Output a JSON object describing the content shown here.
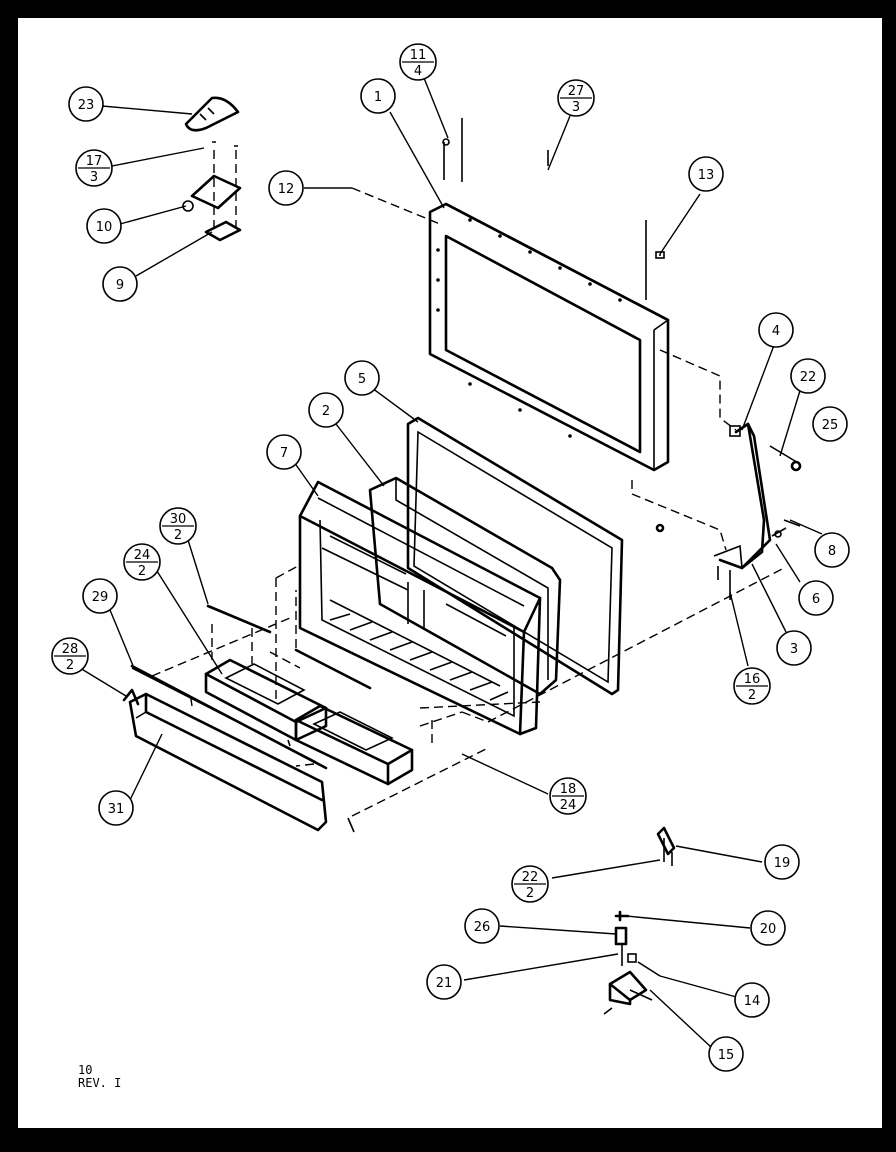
{
  "callouts": [
    {
      "id": "c1",
      "label": "1"
    },
    {
      "id": "c2",
      "label": "2"
    },
    {
      "id": "c3",
      "label": "3"
    },
    {
      "id": "c4",
      "label": "4"
    },
    {
      "id": "c5",
      "label": "5"
    },
    {
      "id": "c6",
      "label": "6"
    },
    {
      "id": "c7",
      "label": "7"
    },
    {
      "id": "c8",
      "label": "8"
    },
    {
      "id": "c9",
      "label": "9"
    },
    {
      "id": "c10",
      "label": "10"
    },
    {
      "id": "c12",
      "label": "12"
    },
    {
      "id": "c13",
      "label": "13"
    },
    {
      "id": "c14",
      "label": "14"
    },
    {
      "id": "c15",
      "label": "15"
    },
    {
      "id": "c19",
      "label": "19"
    },
    {
      "id": "c20",
      "label": "20"
    },
    {
      "id": "c21",
      "label": "21"
    },
    {
      "id": "c22",
      "label": "22"
    },
    {
      "id": "c23",
      "label": "23"
    },
    {
      "id": "c25",
      "label": "25"
    },
    {
      "id": "c26",
      "label": "26"
    },
    {
      "id": "c29",
      "label": "29"
    },
    {
      "id": "c31",
      "label": "31"
    }
  ],
  "fractions": [
    {
      "id": "f11_4",
      "top": "11",
      "bottom": "4"
    },
    {
      "id": "f27_3",
      "top": "27",
      "bottom": "3"
    },
    {
      "id": "f17_3",
      "top": "17",
      "bottom": "3"
    },
    {
      "id": "f30_2",
      "top": "30",
      "bottom": "2"
    },
    {
      "id": "f24_2",
      "top": "24",
      "bottom": "2"
    },
    {
      "id": "f28_2",
      "top": "28",
      "bottom": "2"
    },
    {
      "id": "f16_2",
      "top": "16",
      "bottom": "2"
    },
    {
      "id": "f18_24",
      "top": "18",
      "bottom": "24"
    },
    {
      "id": "f22_2",
      "top": "22",
      "bottom": "2"
    }
  ],
  "footer": {
    "line1": "10",
    "line2": "REV. I"
  }
}
